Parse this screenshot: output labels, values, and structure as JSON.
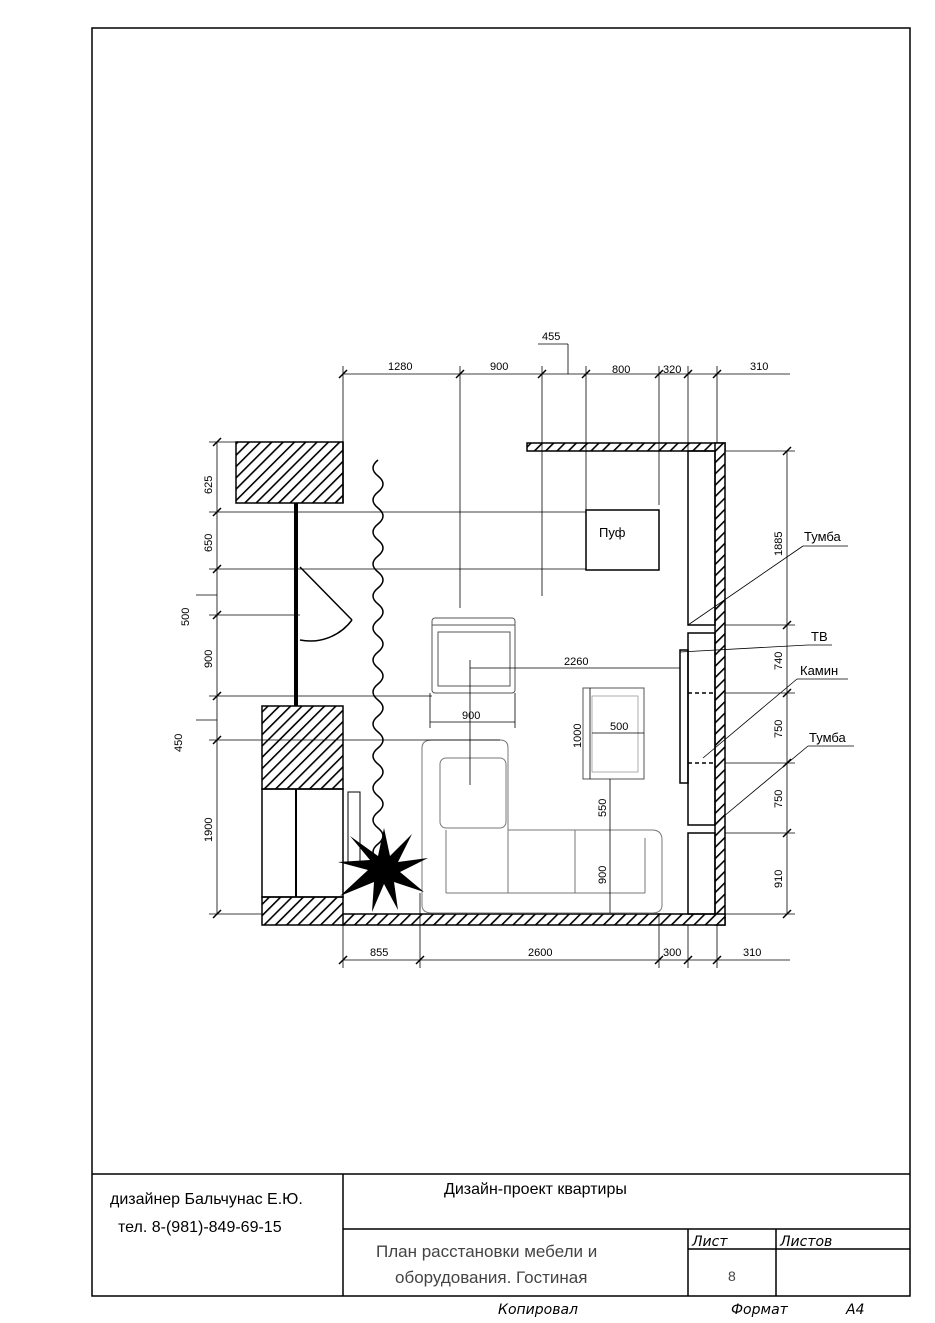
{
  "labels": {
    "puf": "Пуф",
    "tumba_top": "Тумба",
    "tv": "ТВ",
    "kamin": "Камин",
    "tumba_bottom": "Тумба"
  },
  "dims_top": [
    "455",
    "1280",
    "900",
    "800",
    "320",
    "310"
  ],
  "dims_left": [
    "625",
    "650",
    "500",
    "900",
    "450",
    "1900"
  ],
  "dims_right": [
    "1885",
    "740",
    "750",
    "750",
    "910"
  ],
  "dims_bottom": [
    "855",
    "2600",
    "300",
    "310"
  ],
  "dims_inner": [
    "2260",
    "900",
    "500",
    "1000",
    "550",
    "900"
  ],
  "title_block": {
    "designer": "дизайнер Бальчунас Е.Ю.",
    "phone": "тел. 8-(981)-849-69-15",
    "project": "Дизайн-проект квартиры",
    "drawing_line1": "План расстановки мебели и",
    "drawing_line2": "оборудования. Гостиная",
    "sheet_label": "Лист",
    "sheets_label": "Листов",
    "sheet_number": "8",
    "copied_label": "Копировал",
    "format_label": "Формат",
    "format_value": "А4"
  }
}
